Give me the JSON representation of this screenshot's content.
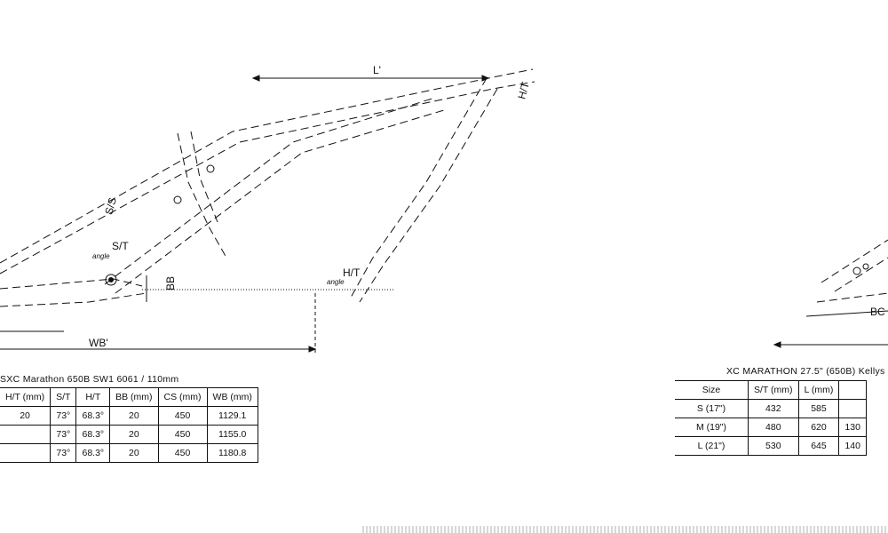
{
  "left_drawing": {
    "labels": {
      "top_length": "L'",
      "head_tube_length": "H/T",
      "seat_tube": "S/S",
      "seat_tube_angle": "S/T",
      "seat_tube_angle_sub": "angle",
      "bb_drop": "BB",
      "head_tube_angle": "H/T",
      "head_tube_angle_sub": "angle",
      "wheelbase": "WB'"
    },
    "table": {
      "title": "SXC Marathon 650B SW1 6061 / 110mm",
      "headers": [
        "H/T (mm)",
        "S/T",
        "H/T",
        "BB (mm)",
        "CS (mm)",
        "WB (mm)"
      ],
      "rows": [
        [
          "20",
          "73°",
          "68.3°",
          "20",
          "450",
          "1129.1"
        ],
        [
          "",
          "73°",
          "68.3°",
          "20",
          "450",
          "1155.0"
        ],
        [
          "",
          "73°",
          "68.3°",
          "20",
          "450",
          "1180.8"
        ]
      ]
    }
  },
  "right_drawing": {
    "labels": {
      "chainstay": "BC"
    },
    "table": {
      "title": "XC MARATHON 27.5\" (650B) Kellys",
      "headers": [
        "Size",
        "S/T (mm)",
        "L (mm)"
      ],
      "rows": [
        [
          "S (17\")",
          "432",
          "585"
        ],
        [
          "M (19\")",
          "480",
          "620",
          "130"
        ],
        [
          "L (21\")",
          "530",
          "645",
          "140"
        ]
      ]
    }
  }
}
